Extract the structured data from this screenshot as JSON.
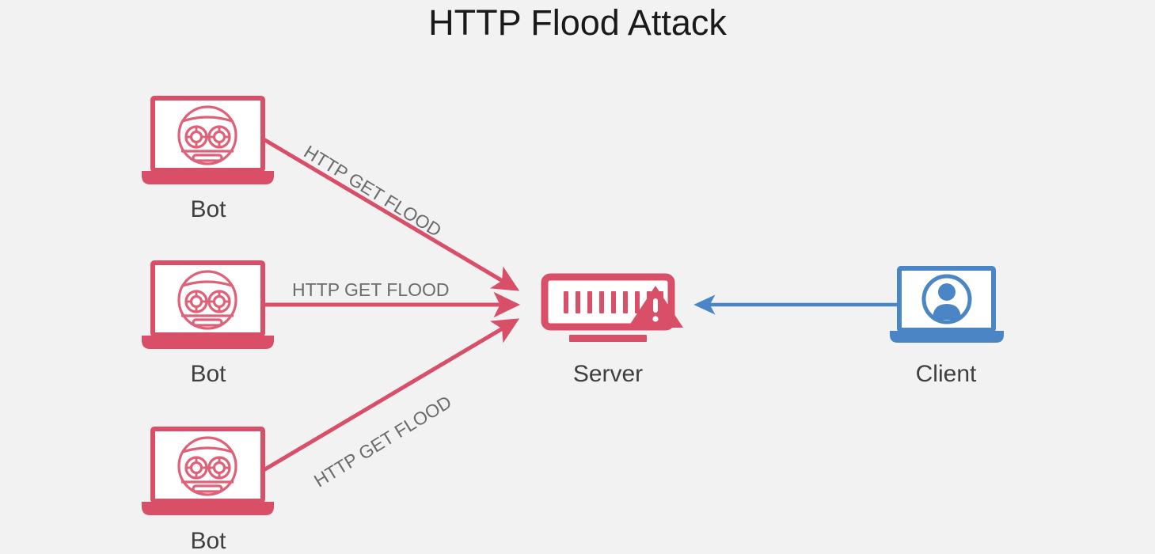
{
  "title": "HTTP Flood Attack",
  "colors": {
    "background": "#f2f2f2",
    "attack_red": "#d94f68",
    "client_blue": "#4a86c5",
    "label_gray": "#3f3f3f",
    "edge_label_gray": "#6b6b6b",
    "title_black": "#1a1a1a",
    "icon_white": "#ffffff"
  },
  "nodes": [
    {
      "id": "bot-1",
      "label": "Bot",
      "icon": "laptop-bot-icon",
      "color": "#d94f68"
    },
    {
      "id": "bot-2",
      "label": "Bot",
      "icon": "laptop-bot-icon",
      "color": "#d94f68"
    },
    {
      "id": "bot-3",
      "label": "Bot",
      "icon": "laptop-bot-icon",
      "color": "#d94f68"
    },
    {
      "id": "server",
      "label": "Server",
      "icon": "server-warning-icon",
      "color": "#d94f68"
    },
    {
      "id": "client",
      "label": "Client",
      "icon": "laptop-user-icon",
      "color": "#4a86c5"
    }
  ],
  "edges": [
    {
      "id": "edge-bot1-server",
      "from": "bot-1",
      "to": "server",
      "label": "HTTP GET FLOOD",
      "color": "#d94f68",
      "direction": "to-server",
      "orientation": "diagonal-down"
    },
    {
      "id": "edge-bot2-server",
      "from": "bot-2",
      "to": "server",
      "label": "HTTP GET FLOOD",
      "color": "#d94f68",
      "direction": "to-server",
      "orientation": "horizontal"
    },
    {
      "id": "edge-bot3-server",
      "from": "bot-3",
      "to": "server",
      "label": "HTTP GET FLOOD",
      "color": "#d94f68",
      "direction": "to-server",
      "orientation": "diagonal-up"
    },
    {
      "id": "edge-client-server",
      "from": "client",
      "to": "server",
      "label": "",
      "color": "#4a86c5",
      "direction": "to-server",
      "orientation": "horizontal"
    }
  ],
  "server_icon": {
    "bar_count": 10,
    "warning_glyph": "!"
  }
}
